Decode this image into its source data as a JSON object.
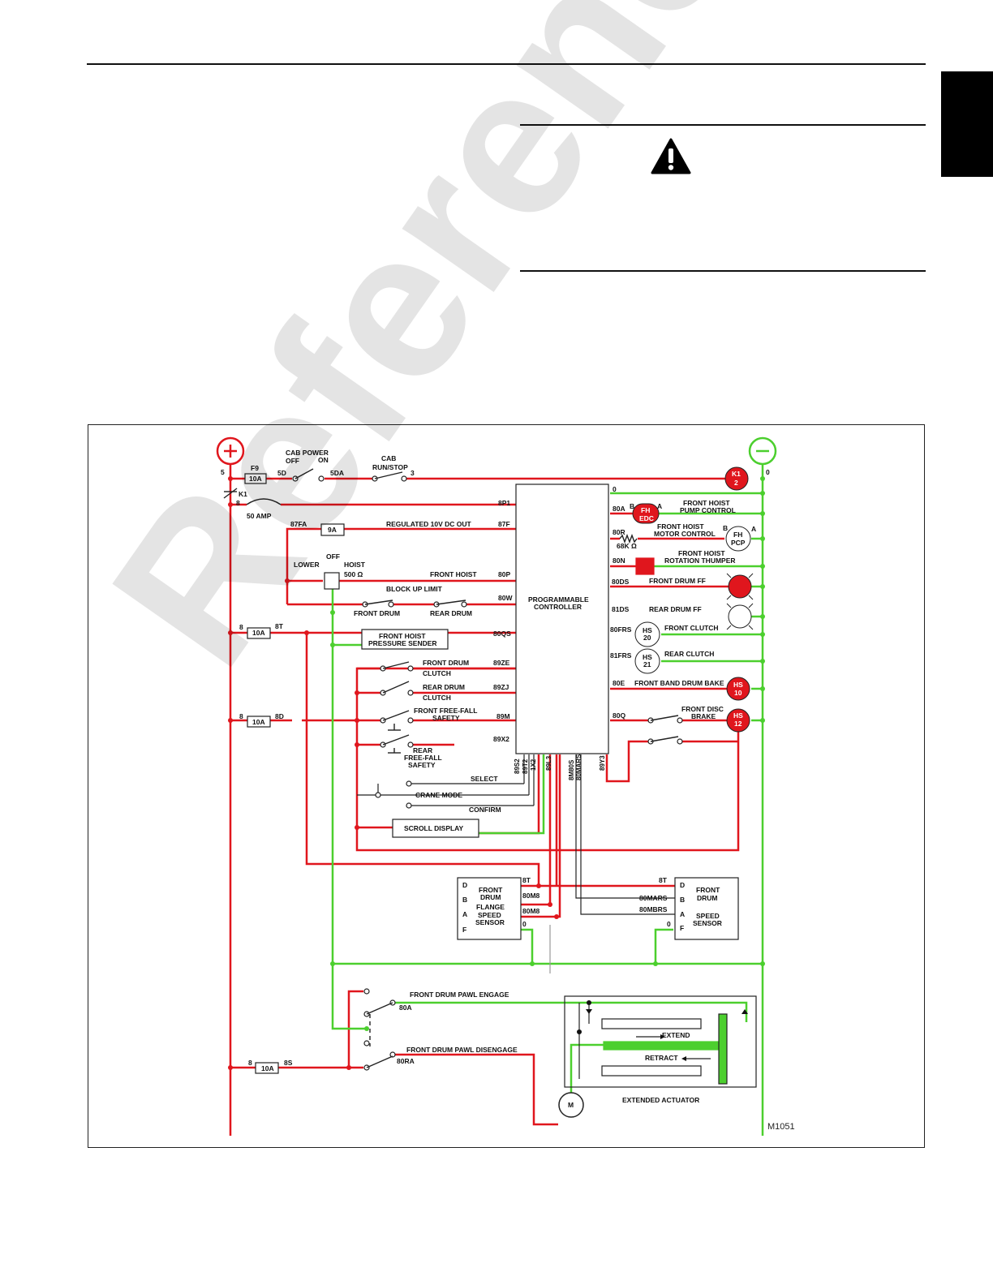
{
  "watermark": "Reference Only",
  "colors": {
    "power": "#e0161d",
    "ground": "#4ccf2e",
    "signal": "#222222",
    "indicator_on": "#e0161d"
  },
  "labels": {
    "cab_power": "CAB POWER",
    "off1": "OFF",
    "on1": "ON",
    "cab": "CAB",
    "runstop": "RUN/STOP",
    "w5": "5",
    "f9": "F9",
    "f9_amp": "10A",
    "w5d": "5D",
    "w5da": "5DA",
    "w3": "3",
    "w0a": "0",
    "k1": "K1",
    "w8a": "8",
    "amp50": "50 AMP",
    "w8p1": "8P1",
    "w0b": "0",
    "w87fa": "87FA",
    "fuse9a": "9A",
    "reg10": "REGULATED 10V DC OUT",
    "w87f": "87F",
    "off2": "OFF",
    "lower": "LOWER",
    "hoist": "HOIST",
    "ohm500": "500 Ω",
    "front_hoist": "FRONT HOIST",
    "w80p": "80P",
    "block_up": "BLOCK UP LIMIT",
    "w80w": "80W",
    "front_drum_sw": "FRONT DRUM",
    "rear_drum_sw": "REAR DRUM",
    "w8b": "8",
    "fuse10b": "10A",
    "w8t": "8T",
    "press1": "FRONT HOIST",
    "press2": "PRESSURE SENDER",
    "w80qs": "80QS",
    "fdc1": "FRONT DRUM",
    "fdc2": "CLUTCH",
    "w89ze": "89ZE",
    "rdc1": "REAR DRUM",
    "rdc2": "CLUTCH",
    "w89zj": "89ZJ",
    "w8c": "8",
    "fuse10c": "10A",
    "w8d": "8D",
    "fff1": "FRONT FREE-FALL",
    "fff2": "SAFETY",
    "w89m": "89M",
    "rff1": "REAR",
    "rff2": "FREE-FALL",
    "rff3": "SAFETY",
    "w89x2": "89X2",
    "pc1": "PROGRAMMABLE",
    "pc2": "CONTROLLER",
    "w89s2": "89S2",
    "w89t2": "89T2",
    "w1x2": "1X2",
    "w89l3": "89L3",
    "w8m80s": "8M80S",
    "w80mars": "80MARS",
    "w89y3": "89Y3",
    "select": "SELECT",
    "crane_mode": "CRANE MODE",
    "confirm": "CONFIRM",
    "scroll": "SCROLL DISPLAY",
    "k1_2a": "K1",
    "k1_2b": "2",
    "w80a": "80A",
    "fh_a": "FH",
    "fh_edc": "EDC",
    "pin_b1": "B",
    "pin_a1": "A",
    "fhpc1": "FRONT HOIST",
    "fhpc2": "PUMP CONTROL",
    "w80r": "80R",
    "res68k": "68K Ω",
    "fhmc1": "FRONT HOIST",
    "fhmc2": "MOTOR CONTROL",
    "fh_b": "FH",
    "fh_pcp": "PCP",
    "pin_b2": "B",
    "pin_a2": "A",
    "w80n": "80N",
    "fhrt1": "FRONT HOIST",
    "fhrt2": "ROTATION THUMPER",
    "w80ds": "80DS",
    "fdff": "FRONT DRUM FF",
    "w81ds": "81DS",
    "rdff": "REAR DRUM FF",
    "w80frs": "80FRS",
    "fclutch": "FRONT CLUTCH",
    "hs20a": "HS",
    "hs20b": "20",
    "w81frs": "81FRS",
    "rclutch": "REAR CLUTCH",
    "hs21a": "HS",
    "hs21b": "21",
    "w80e": "80E",
    "fbdb": "FRONT BAND DRUM BAKE",
    "hs10a": "HS",
    "hs10b": "10",
    "w80q": "80Q",
    "fdb1": "FRONT DISC",
    "fdb2": "BRAKE",
    "hs12a": "HS",
    "hs12b": "12",
    "s1_d": "D",
    "s1_b": "B",
    "s1_a": "A",
    "s1_f": "F",
    "s1_l1": "FRONT",
    "s1_l2": "DRUM",
    "s1_l3": "FLANGE",
    "s1_l4": "SPEED",
    "s1_l5": "SENSOR",
    "w8t2": "8T",
    "w80m8a": "80M8",
    "w80m8b": "80M8",
    "w0c": "0",
    "w8t3": "8T",
    "w80mars2": "80MARS",
    "w80mbrs": "80MBRS",
    "w0d": "0",
    "s2_d": "D",
    "s2_b": "B",
    "s2_a": "A",
    "s2_f": "F",
    "s2_l1": "FRONT",
    "s2_l2": "DRUM",
    "s2_l3": "SPEED",
    "s2_l4": "SENSOR",
    "fdpe": "FRONT DRUM PAWL ENGAGE",
    "w80a2": "80A",
    "fdpd": "FRONT DRUM PAWL DISENGAGE",
    "w80ra": "80RA",
    "w8e": "8",
    "fuse10e": "10A",
    "w8s": "8S",
    "extend": "EXTEND",
    "retract": "RETRACT",
    "ext_act": "EXTENDED ACTUATOR",
    "motor_m": "M",
    "fig_id": "M1051"
  }
}
